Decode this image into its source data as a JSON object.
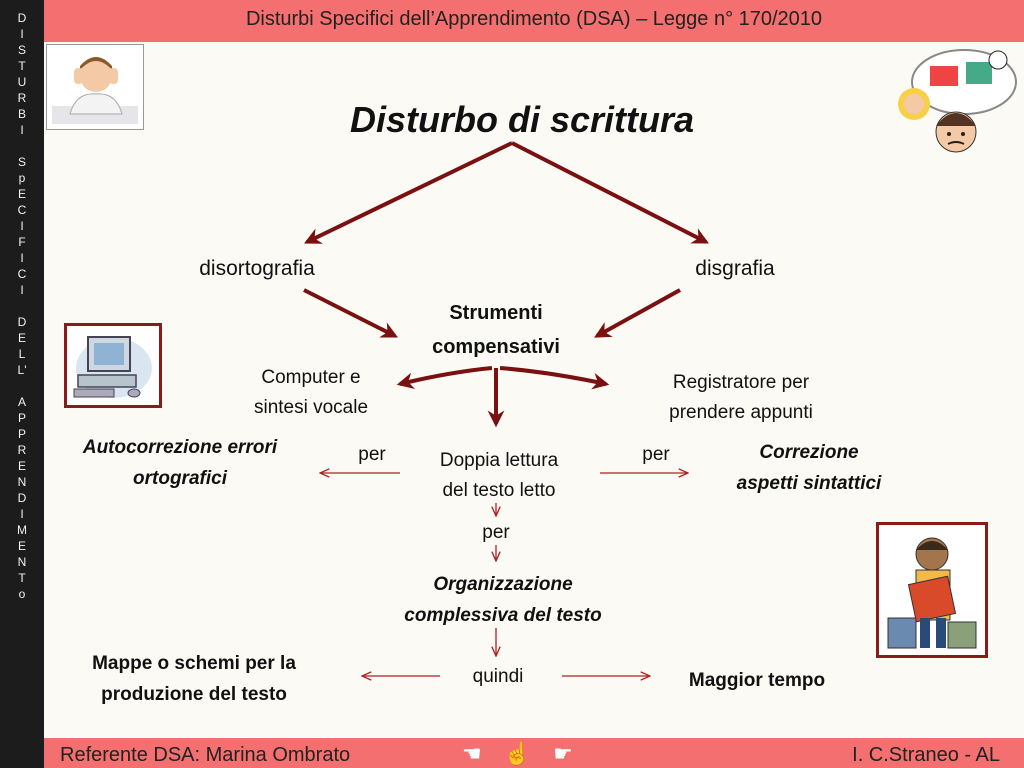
{
  "sidebar": {
    "letters": [
      "D",
      "I",
      "S",
      "T",
      "U",
      "R",
      "B",
      "I",
      "",
      "S",
      "p",
      "E",
      "C",
      "I",
      "F",
      "I",
      "C",
      "I",
      "",
      "D",
      "E",
      "L",
      "L'",
      "",
      "A",
      "P",
      "P",
      "R",
      "E",
      "N",
      "D",
      "I",
      "M",
      "E",
      "N",
      "T",
      "o"
    ]
  },
  "header": {
    "title": "Disturbi Specifici dell’Apprendimento (DSA) – Legge n° 170/2010"
  },
  "diagram": {
    "title": "Disturbo di scrittura",
    "left_branch": "disortografia",
    "right_branch": "disgrafia",
    "center_line1": "Strumenti",
    "center_line2": "compensativi",
    "computer_line1": "Computer e",
    "computer_line2": "sintesi vocale",
    "recorder_line1": "Registratore per",
    "recorder_line2": "prendere appunti",
    "double_line1": "Doppia lettura",
    "double_line2": "del testo letto",
    "per_left": "per",
    "per_right": "per",
    "per_center": "per",
    "autocorr_line1": "Autocorrezione errori",
    "autocorr_line2": "ortografici",
    "correction_line1": "Correzione",
    "correction_line2": "aspetti sintattici",
    "org_line1": "Organizzazione",
    "org_line2": "complessiva del testo",
    "quindi": "quindi",
    "maps_line1": "Mappe o schemi per la",
    "maps_line2": "produzione del testo",
    "more_time": "Maggior tempo"
  },
  "footer": {
    "left": "Referente DSA: Marina Ombrato",
    "right": "I. C.Straneo - AL",
    "nav_icons": [
      "hand-pointing-left-icon",
      "hand-pointer-icon",
      "hand-pointing-right-icon"
    ]
  },
  "colors": {
    "header": "#f46f6f",
    "sidebar": "#1c1c1c",
    "arrow": "#7a1010",
    "thin_arrow": "#b02020",
    "frame": "#8b1a1a"
  }
}
